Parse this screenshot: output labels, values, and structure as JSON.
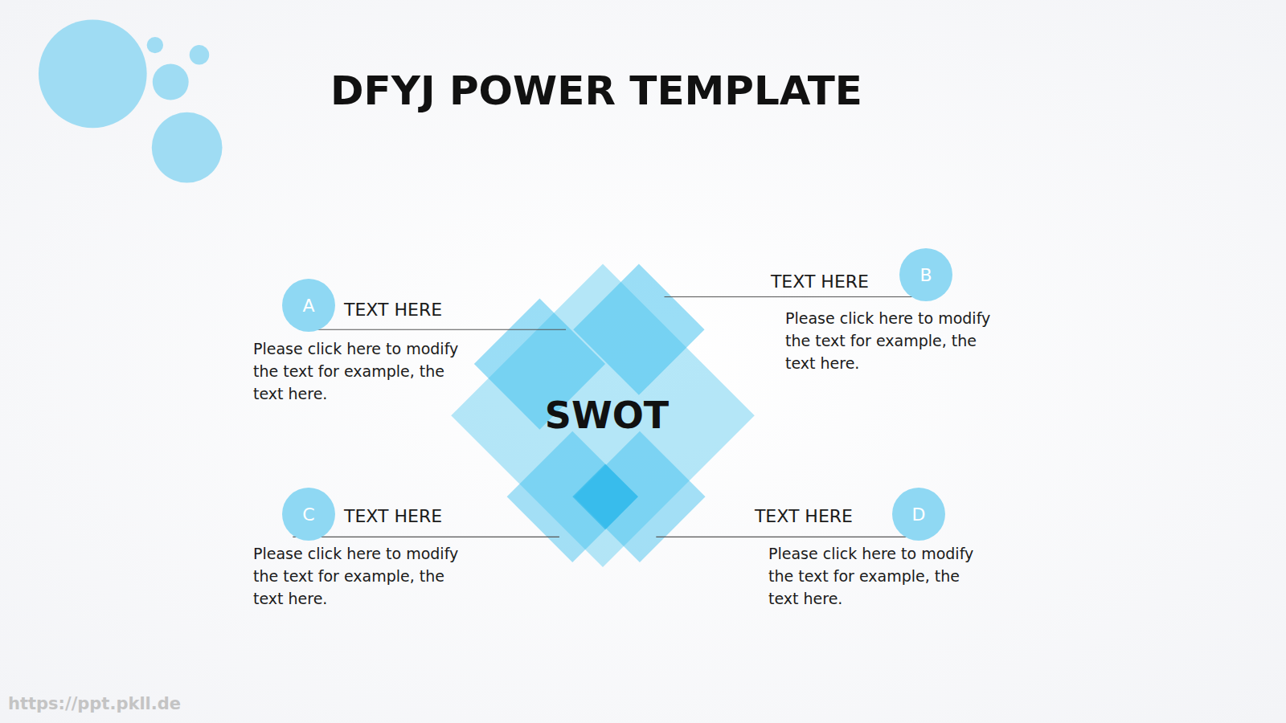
{
  "diagram": {
    "title": "DFYJ POWER TEMPLATE",
    "nodes": [
      {
        "text": [
          "A"
        ]
      },
      {
        "text": [
          "B"
        ]
      },
      {
        "text": [
          "SWOT"
        ]
      },
      {
        "text": [
          "C"
        ]
      },
      {
        "text": [
          "D"
        ]
      }
    ],
    "labels": [
      "TEXT HERE",
      "Please click here to modify the text for example, the text here.",
      "TEXT HERE",
      "Please click here to modify the text for example, the text here.",
      "TEXT HERE",
      "Please click here to modify the text for example, the text here.",
      "TEXT HERE",
      "Please click here to modify the text for example, the text here.",
      "https://ppt.pkll.de"
    ]
  }
}
